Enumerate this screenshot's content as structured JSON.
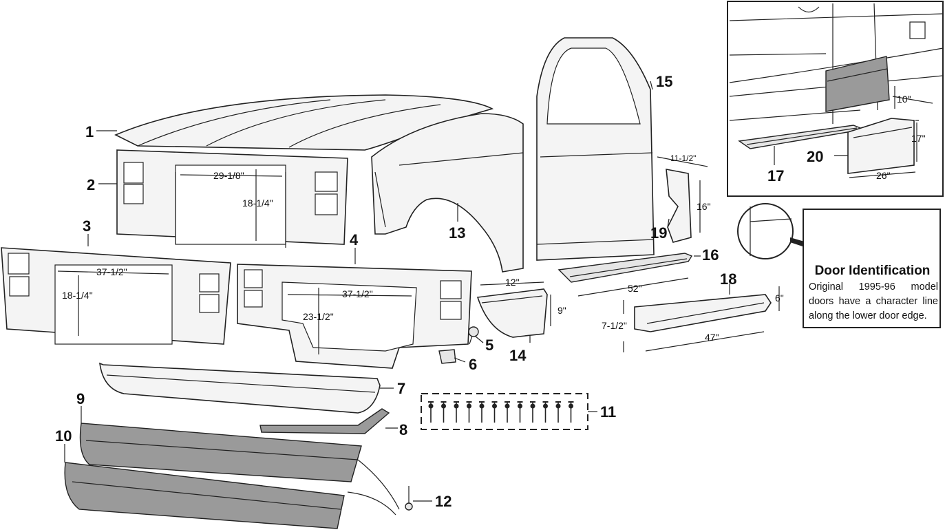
{
  "callouts": {
    "c1": "1",
    "c2": "2",
    "c3": "3",
    "c4": "4",
    "c5": "5",
    "c6": "6",
    "c7": "7",
    "c8": "8",
    "c9": "9",
    "c10": "10",
    "c11": "11",
    "c12": "12",
    "c13": "13",
    "c14": "14",
    "c15": "15",
    "c16": "16",
    "c17": "17",
    "c18": "18",
    "c19": "19",
    "c20": "20"
  },
  "dimensions": {
    "support2_width": "29-1/8\"",
    "support2_height": "18-1/4\"",
    "support3_width": "37-1/2\"",
    "support3_height": "18-1/4\"",
    "support4_width": "37-1/2\"",
    "support4_height": "23-1/2\"",
    "patch14_width": "12\"",
    "patch14_height": "9\"",
    "patch19_width": "11-1/2\"",
    "patch19_height": "16\"",
    "rocker16_length": "52\"",
    "rocker18_length": "47\"",
    "rocker18_height_a": "7-1/2\"",
    "rocker18_height_b": "6\"",
    "inset_skin_height": "10\"",
    "inset_panel20_height": "17\"",
    "inset_panel20_width": "26\""
  },
  "door_identification": {
    "title": "Door Identification",
    "text": "Original 1995-96 model doors have a character line along the lower door edge."
  },
  "colors": {
    "line": "#222222",
    "highlight_gray": "#9a9a9a",
    "background": "#ffffff"
  }
}
